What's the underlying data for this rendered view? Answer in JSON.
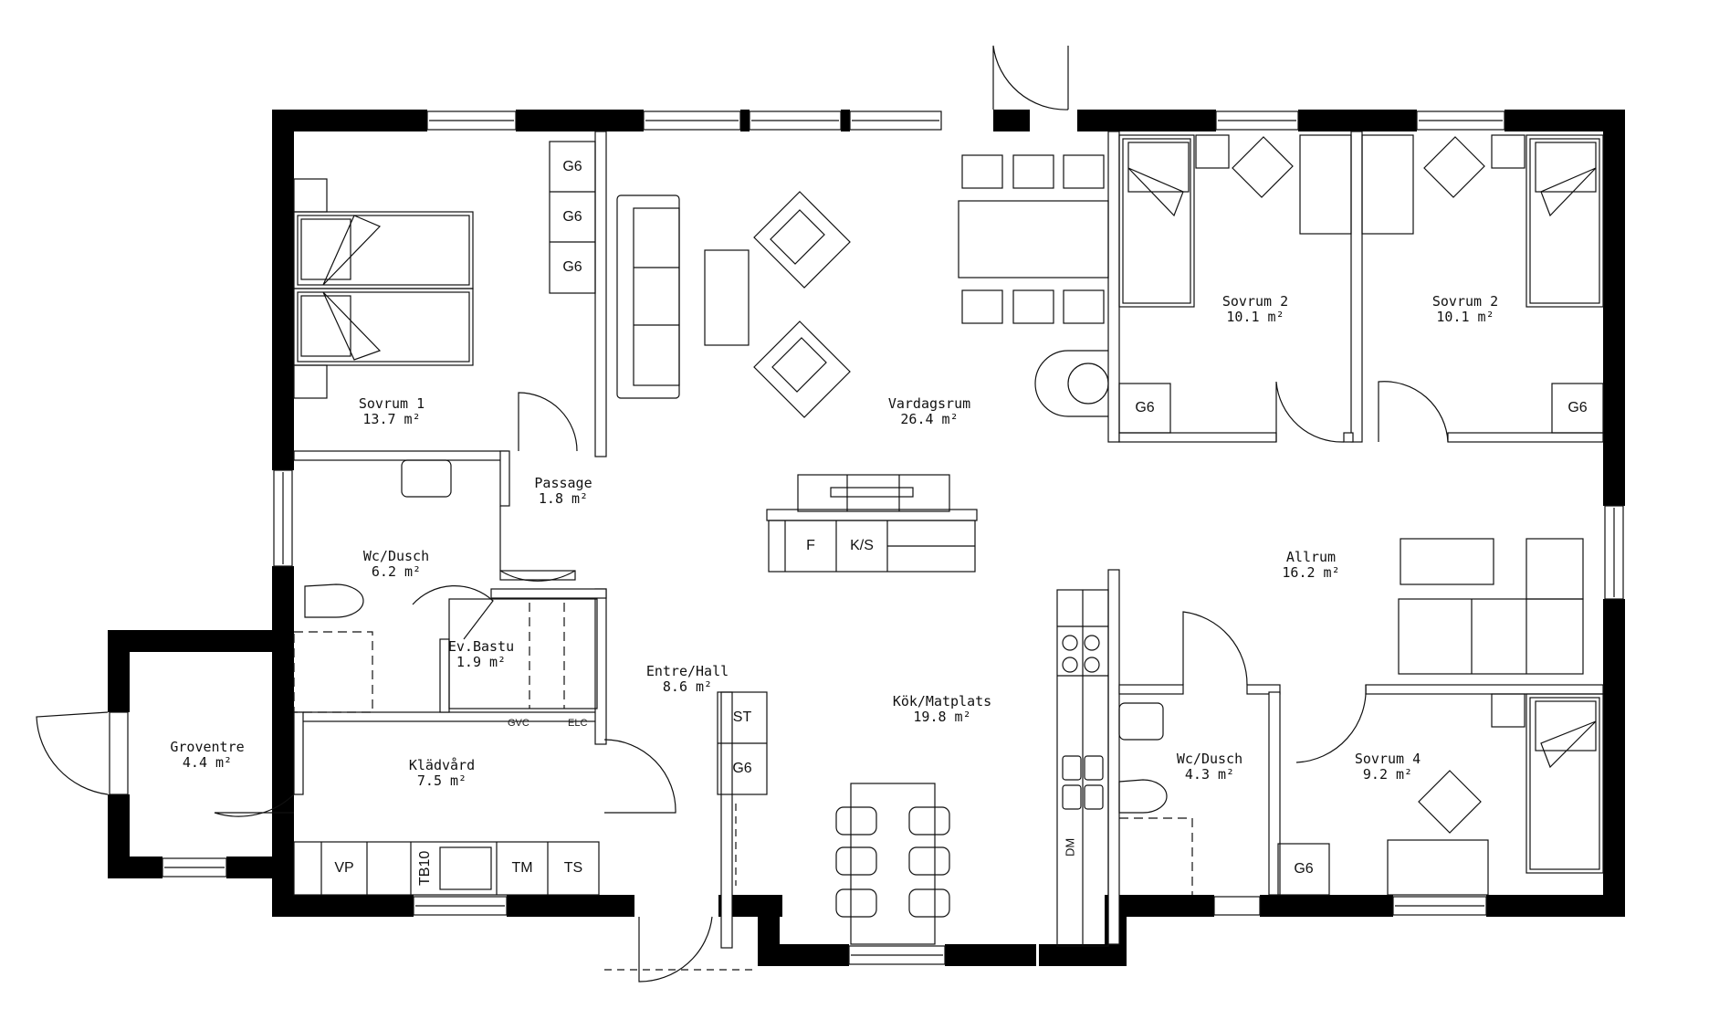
{
  "plan": {
    "type": "floor plan",
    "rooms": [
      {
        "name": "Sovrum 1",
        "area": "13.7 m²"
      },
      {
        "name": "Passage",
        "area": "1.8 m²"
      },
      {
        "name": "Wc/Dusch",
        "area": "6.2 m²"
      },
      {
        "name": "Ev.Bastu",
        "area": "1.9 m²"
      },
      {
        "name": "Groventre",
        "area": "4.4 m²"
      },
      {
        "name": "Klädvård",
        "area": "7.5 m²"
      },
      {
        "name": "Entre/Hall",
        "area": "8.6 m²"
      },
      {
        "name": "Vardagsrum",
        "area": "26.4 m²"
      },
      {
        "name": "Kök/Matplats",
        "area": "19.8 m²"
      },
      {
        "name": "Sovrum 2",
        "area": "10.1 m²"
      },
      {
        "name": "Sovrum 2",
        "area": "10.1 m²"
      },
      {
        "name": "Allrum",
        "area": "16.2 m²"
      },
      {
        "name": "Wc/Dusch",
        "area": "4.3 m²"
      },
      {
        "name": "Sovrum 4",
        "area": "9.2 m²"
      }
    ],
    "fixtures": {
      "g6": "G6",
      "st": "ST",
      "fridge": "F",
      "fridge_freezer": "K/S",
      "vp": "VP",
      "tb10": "TB10",
      "tm": "TM",
      "ts": "TS",
      "dm": "DM",
      "gvc": "GVC",
      "elc": "ELC"
    }
  }
}
